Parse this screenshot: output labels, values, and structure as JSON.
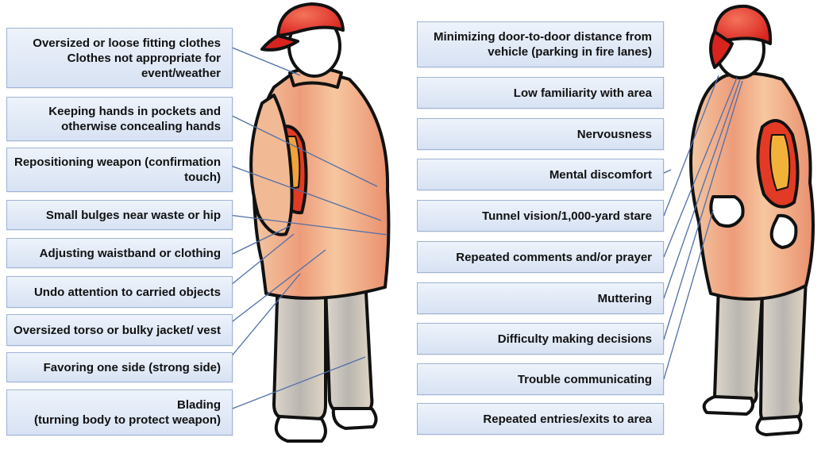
{
  "left_labels": [
    {
      "lines": [
        "Oversized or loose fitting clothes",
        "Clothes not appropriate for event/weather"
      ]
    },
    {
      "lines": [
        "Keeping hands in pockets and otherwise concealing hands"
      ]
    },
    {
      "lines": [
        "Repositioning weapon (confirmation touch)"
      ]
    },
    {
      "lines": [
        "Small bulges near waste or hip"
      ]
    },
    {
      "lines": [
        "Adjusting waistband or clothing"
      ]
    },
    {
      "lines": [
        "Undo attention to carried objects"
      ]
    },
    {
      "lines": [
        "Oversized torso or bulky jacket/ vest"
      ]
    },
    {
      "lines": [
        "Favoring one side (strong side)"
      ]
    },
    {
      "lines": [
        "Blading",
        "(turning body to protect weapon)"
      ]
    }
  ],
  "right_labels": [
    {
      "lines": [
        "Minimizing door-to-door distance from vehicle (parking in fire lanes)"
      ]
    },
    {
      "lines": [
        "Low familiarity with area"
      ]
    },
    {
      "lines": [
        "Nervousness"
      ]
    },
    {
      "lines": [
        "Mental discomfort"
      ]
    },
    {
      "lines": [
        "Tunnel vision/1,000-yard stare"
      ]
    },
    {
      "lines": [
        "Repeated comments and/or prayer"
      ]
    },
    {
      "lines": [
        "Muttering"
      ]
    },
    {
      "lines": [
        "Difficulty making decisions"
      ]
    },
    {
      "lines": [
        "Trouble communicating"
      ]
    },
    {
      "lines": [
        "Repeated entries/exits to area"
      ]
    }
  ],
  "colors": {
    "box_border": "#9db3d6",
    "connector": "#4f6fa8",
    "cap": "#e0312a",
    "jacket": "#f0c09a",
    "pants": "#c9c3b8"
  },
  "icons": [
    "person-figure-back",
    "person-figure-front"
  ]
}
